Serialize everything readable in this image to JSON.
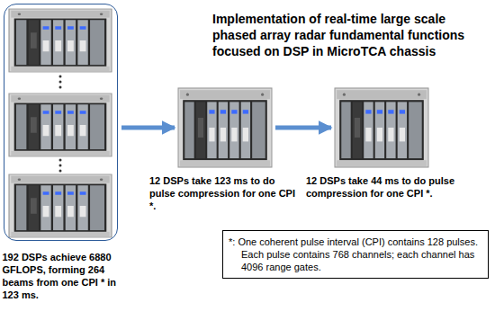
{
  "diagram": {
    "title": "Implementation of real-time large scale phased array radar fundamental functions focused on DSP in MicroTCA chassis",
    "nodes": [
      {
        "text": [
          "192 DSPs achieve 6880 GFLOPS, forming 264 beams from one CPI * in 123 ms."
        ]
      },
      {
        "text": [
          "12 DSPs take 123 ms to do pulse compression for one CPI *."
        ]
      },
      {
        "text": [
          "12 DSPs take 44 ms to do pulse compression for one CPI *."
        ]
      },
      {
        "text": [
          "*: One coherent pulse interval (CPI) contains 128 pulses. Each pulse contains 768 channels; each channel has 4096 range gates."
        ]
      }
    ],
    "edges": [
      {
        "from": 0,
        "to": 1,
        "arrow": "to"
      },
      {
        "from": 1,
        "to": 2,
        "arrow": "to"
      }
    ]
  }
}
